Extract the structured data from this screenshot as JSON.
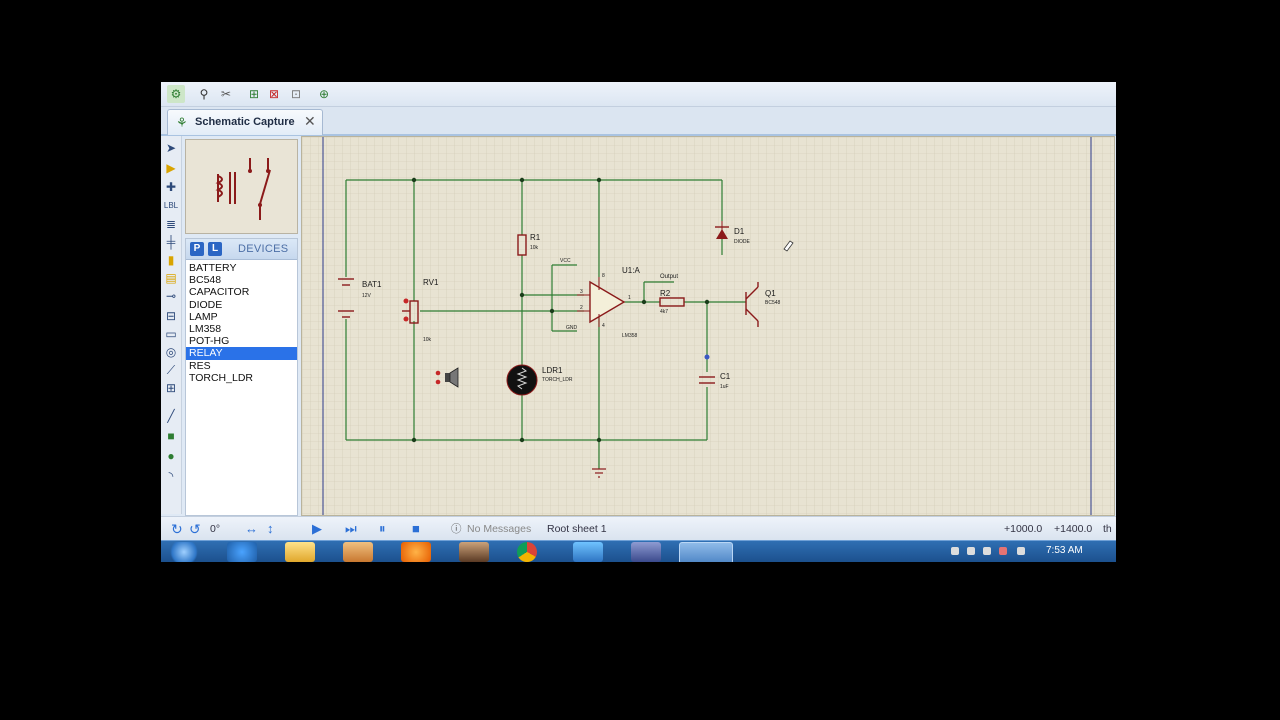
{
  "toolbar": {
    "icons": [
      "schematic-icon",
      "find-icon",
      "tools-icon",
      "new-sheet-icon",
      "delete-sheet-icon",
      "zoom-sheet-icon",
      "export-icon"
    ]
  },
  "tab": {
    "label": "Schematic Capture",
    "close": "✕"
  },
  "device_panel": {
    "p_button": "P",
    "l_button": "L",
    "title": "DEVICES",
    "items": [
      "BATTERY",
      "BC548",
      "CAPACITOR",
      "DIODE",
      "LAMP",
      "LM358",
      "POT-HG",
      "RELAY",
      "RES",
      "TORCH_LDR"
    ],
    "selected": "RELAY"
  },
  "schematic": {
    "bat1": {
      "ref": "BAT1",
      "value": "12V"
    },
    "rv1": {
      "ref": "RV1",
      "value": "10k"
    },
    "r1": {
      "ref": "R1",
      "value": "10k"
    },
    "ldr1": {
      "ref": "LDR1",
      "value": "TORCH_LDR"
    },
    "u1": {
      "ref": "U1:A",
      "value": "LM358"
    },
    "r2": {
      "ref": "R2",
      "value": "4k7"
    },
    "d1": {
      "ref": "D1",
      "value": "DIODE"
    },
    "q1": {
      "ref": "Q1",
      "value": "BC548"
    },
    "c1": {
      "ref": "C1",
      "value": "1uF"
    },
    "labels": {
      "vcc": "VCC",
      "gnd": "GND",
      "output": "Output"
    },
    "pins": {
      "p3": "3",
      "p2": "2",
      "p1": "1",
      "p8": "8",
      "p4": "4"
    }
  },
  "bottom": {
    "rotation": "0°",
    "messages": "No Messages",
    "sheet": "Root sheet 1",
    "coord_x": "+1000.0",
    "coord_y": "+1400.0",
    "unit": "th"
  },
  "taskbar": {
    "time": "7:53 AM"
  },
  "colors": {
    "wire": "#2e7d32",
    "component": "#8b1a1a",
    "canvas": "#e8e3d2",
    "grid": "#cfc8b2",
    "selection": "#2a72e8"
  }
}
